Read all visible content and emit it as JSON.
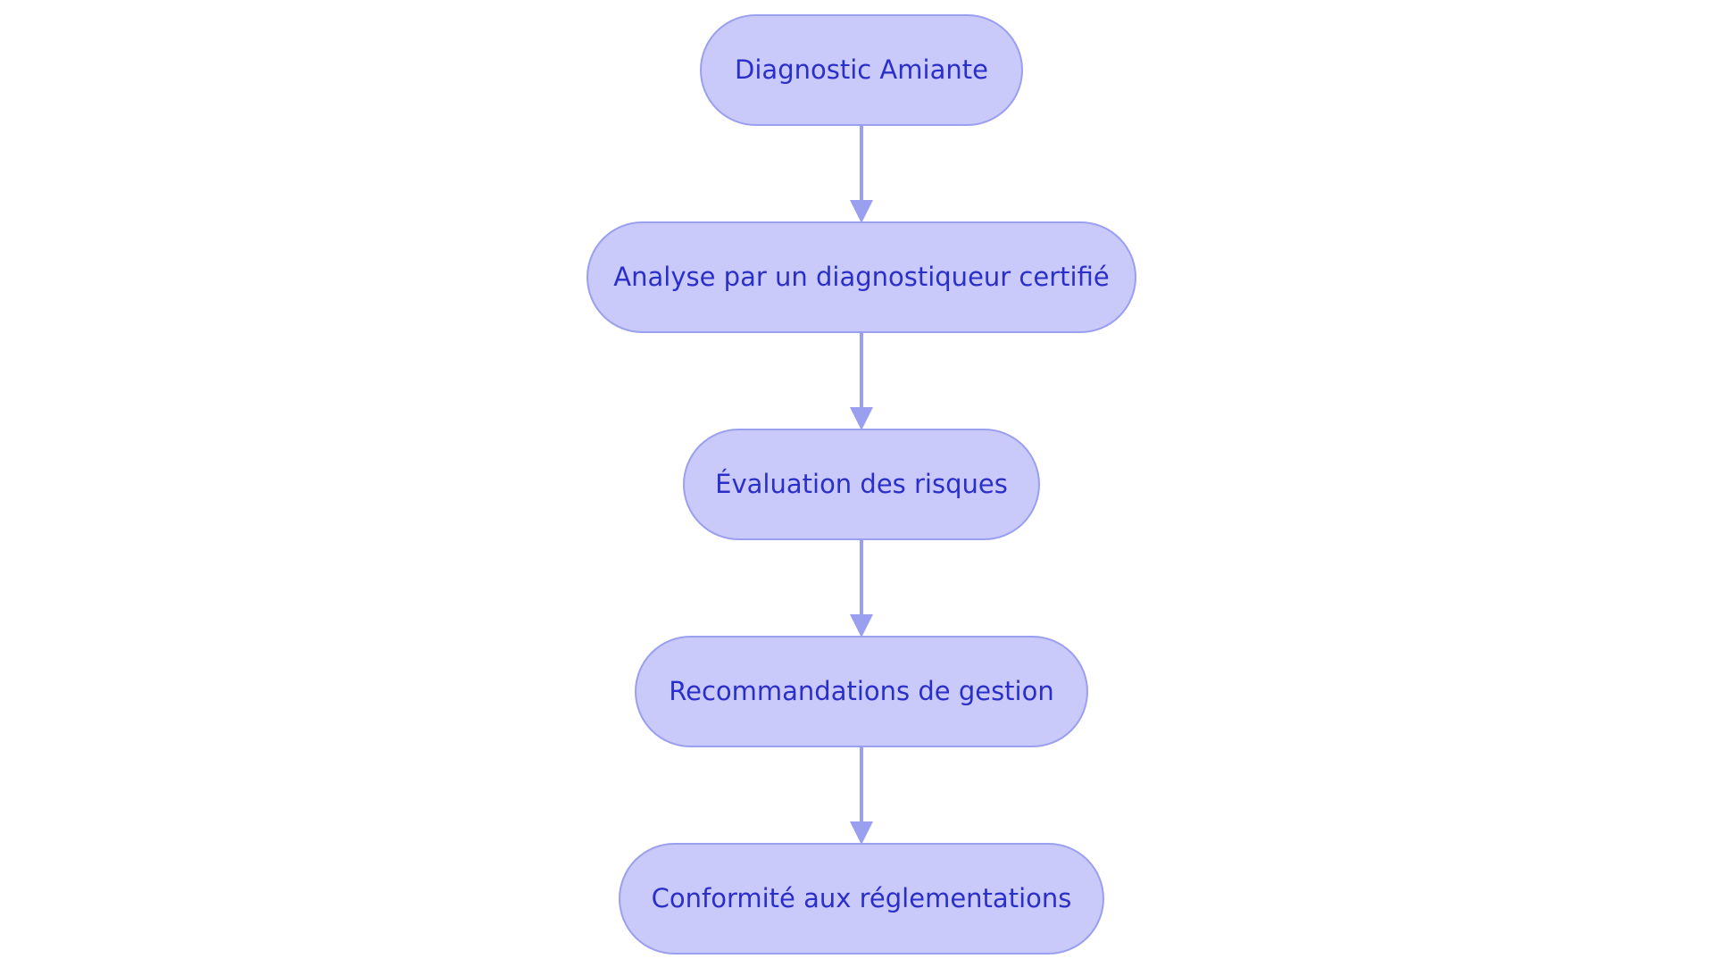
{
  "diagram": {
    "type": "flowchart",
    "direction": "top-to-bottom",
    "colors": {
      "node_fill": "#c9caf9",
      "node_border": "#9b9ff0",
      "text": "#2b2fc9",
      "edge": "#9b9ff0"
    },
    "nodes": [
      {
        "id": "n0",
        "label": "Diagnostic Amiante"
      },
      {
        "id": "n1",
        "label": "Analyse par un diagnostiqueur certifié"
      },
      {
        "id": "n2",
        "label": "Évaluation des risques"
      },
      {
        "id": "n3",
        "label": "Recommandations de gestion"
      },
      {
        "id": "n4",
        "label": "Conformité aux réglementations"
      }
    ],
    "edges": [
      {
        "from": "n0",
        "to": "n1"
      },
      {
        "from": "n1",
        "to": "n2"
      },
      {
        "from": "n2",
        "to": "n3"
      },
      {
        "from": "n3",
        "to": "n4"
      }
    ]
  }
}
